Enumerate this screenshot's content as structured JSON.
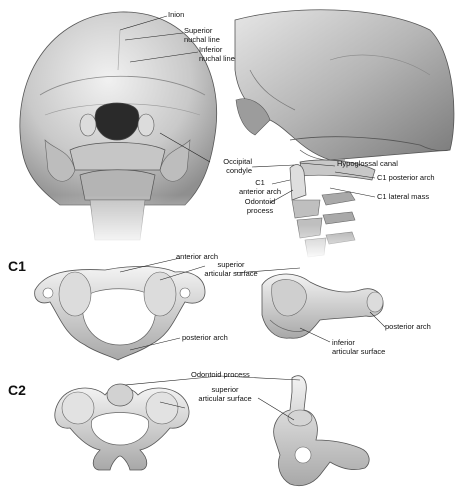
{
  "labels": {
    "inion": "Inion",
    "superior_nuchal_line": "Superior\nnuchal line",
    "inferior_nuchal_line": "Inferior\nnuchal line",
    "occipital_condyle": "Occipital\ncondyle",
    "hypoglossal_canal": "Hypoglossal canal",
    "c1_anterior_arch": "C1\nanterior arch",
    "c1_posterior_arch": "C1 posterior arch",
    "odontoid_process_side": "Odontoid\nprocess",
    "c1_lateral_mass": "C1 lateral mass",
    "c1_anterior_arch_top": "anterior arch",
    "c1_superior_articular_surface": "superior\narticular surface",
    "c1_posterior_arch_bottom": "posterior arch",
    "c1_posterior_arch_right": "posterior arch",
    "c1_inferior_articular_surface": "inferior\narticular surface",
    "c2_odontoid_process": "Odontoid process",
    "c2_superior_articular_surface": "superior\narticular surface"
  },
  "sections": {
    "c1": "C1",
    "c2": "C2"
  }
}
